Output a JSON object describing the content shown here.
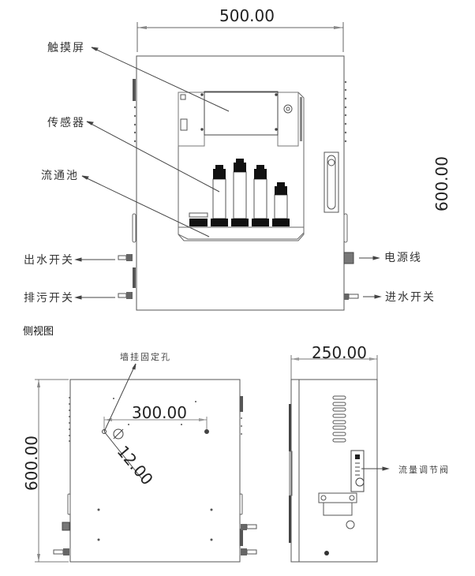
{
  "front_view": {
    "width_dim": "500.00",
    "height_dim": "600.00",
    "callouts": {
      "touchscreen": "触摸屏",
      "sensor": "传感器",
      "flow_cell": "流通池",
      "outlet_switch": "出水开关",
      "drain_switch": "排污开关",
      "power_cable": "电源线",
      "inlet_switch": "进水开关"
    }
  },
  "side_view_title": "侧视图",
  "back_view": {
    "height_dim": "600.00",
    "hole_spacing_dim": "300.00",
    "hole_diameter_dim": "12.00",
    "diameter_symbol": "Ø",
    "callout_mount_hole": "墙挂固定孔"
  },
  "side_view": {
    "depth_dim": "250.00",
    "callout_flow_valve": "流量调节阀"
  }
}
